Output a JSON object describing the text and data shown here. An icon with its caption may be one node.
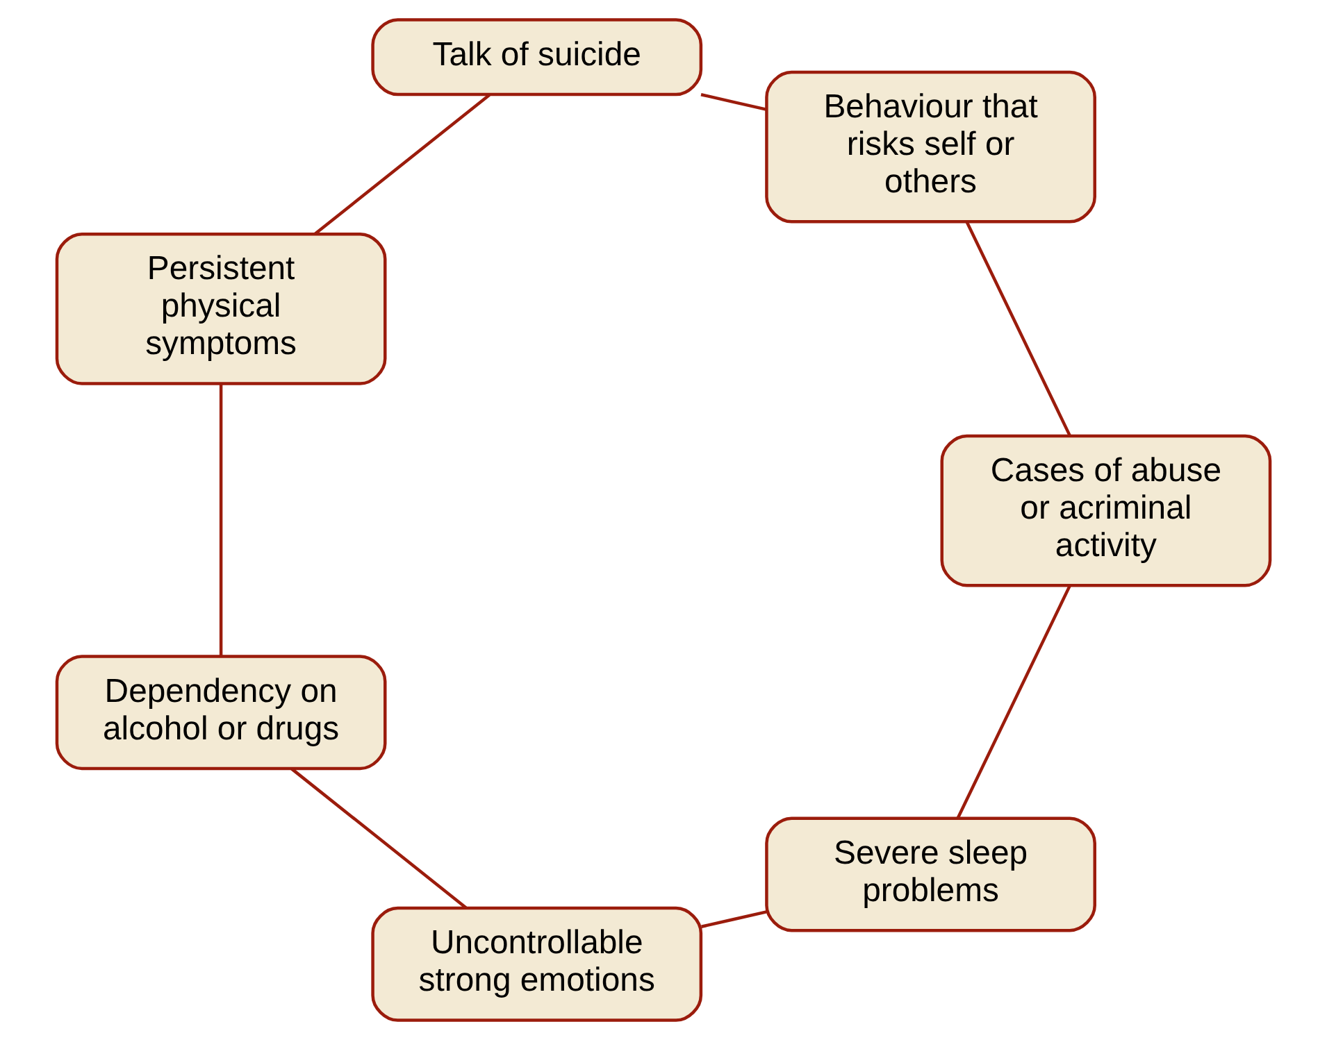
{
  "diagram": {
    "nodes": [
      {
        "text": [
          "Severe sleep problems"
        ]
      },
      {
        "text": [
          "Uncontrollable strong emotions"
        ]
      },
      {
        "text": [
          "Dependency on alcohol or drugs"
        ]
      },
      {
        "text": [
          "Persistent physical symptoms"
        ]
      },
      {
        "text": [
          "Talk of suicide"
        ]
      },
      {
        "text": [
          "Behaviour that risks self or others"
        ]
      },
      {
        "text": [
          "Cases of abuse or acriminal activity"
        ]
      }
    ],
    "edges": [
      {
        "from": 0,
        "to": 1,
        "arrow": "none"
      },
      {
        "from": 1,
        "to": 2,
        "arrow": "none"
      },
      {
        "from": 2,
        "to": 3,
        "arrow": "none"
      },
      {
        "from": 3,
        "to": 4,
        "arrow": "none"
      },
      {
        "from": 4,
        "to": 5,
        "arrow": "none"
      },
      {
        "from": 5,
        "to": 6,
        "arrow": "none"
      },
      {
        "from": 6,
        "to": 0,
        "arrow": "none"
      }
    ]
  }
}
